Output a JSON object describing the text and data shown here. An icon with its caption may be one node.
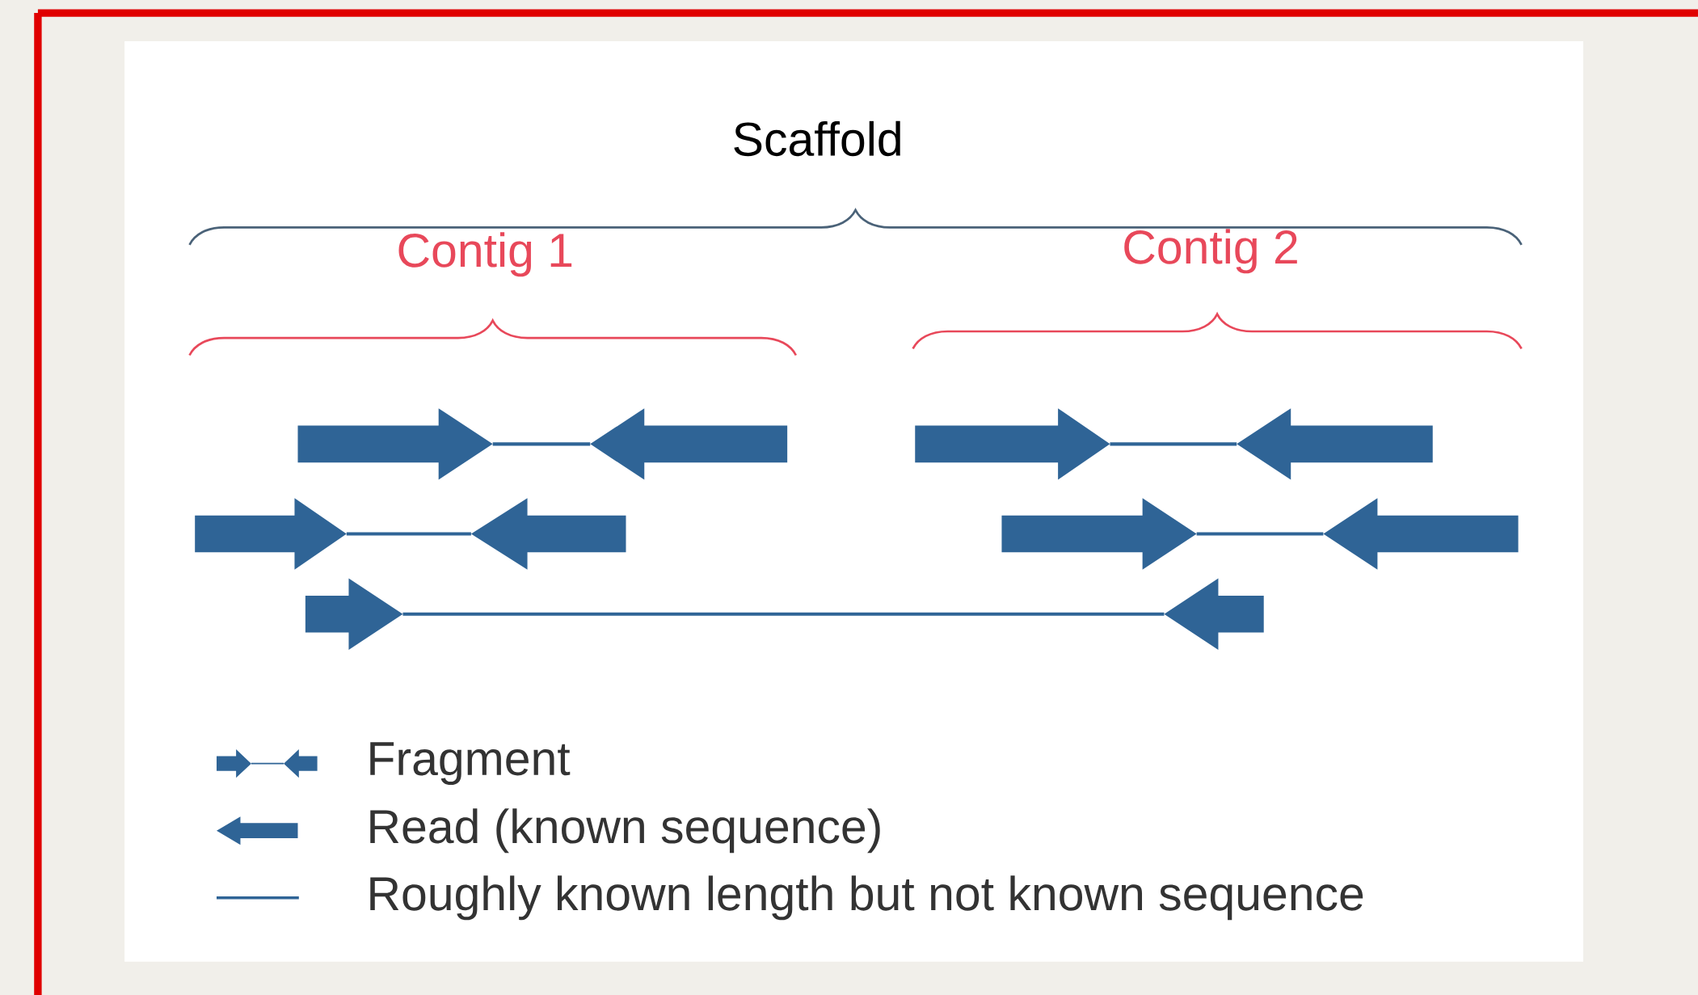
{
  "diagram": {
    "labels": [
      "Scaffold",
      "Contig 1",
      "Contig 2"
    ],
    "legend": [
      {
        "text": "Fragment"
      },
      {
        "text": "Read (known sequence)"
      },
      {
        "text": "Roughly known length but not known sequence"
      }
    ]
  }
}
